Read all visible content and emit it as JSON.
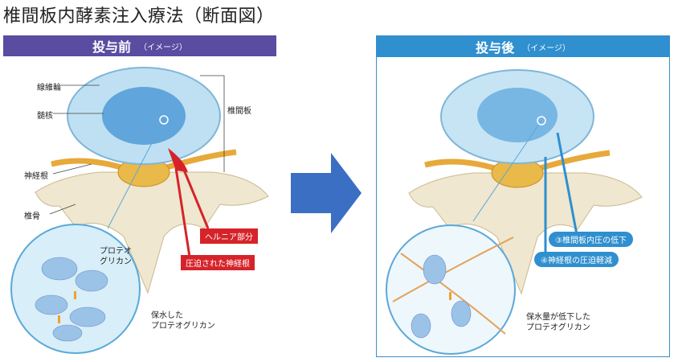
{
  "title": "椎間板内酵素注入療法（断面図）",
  "before": {
    "banner_main": "投与前",
    "banner_sub": "（イメージ）",
    "labels": {
      "annulus": "線維輪",
      "nucleus": "髄核",
      "disc": "椎間板",
      "nerve": "神経根",
      "vertebra": "椎骨",
      "proteoglycan": "プロテオ\nグリカン",
      "hydrated": "保水した\nプロテオグリカン"
    },
    "tags": {
      "hernia": "ヘルニア部分",
      "compressed": "圧迫された神経根"
    }
  },
  "after": {
    "banner_main": "投与後",
    "banner_sub": "（イメージ）",
    "tags": {
      "pressure": "③椎間板内圧の低下",
      "relief": "④神経根の圧迫軽減"
    },
    "labels": {
      "reduced": "保水量が低下した\nプロテオグリカン"
    }
  },
  "colors": {
    "before_banner": "#5a4ca0",
    "after_banner": "#2f8fcf",
    "arrow": "#3a6fc4",
    "hernia_red": "#d6232a"
  }
}
